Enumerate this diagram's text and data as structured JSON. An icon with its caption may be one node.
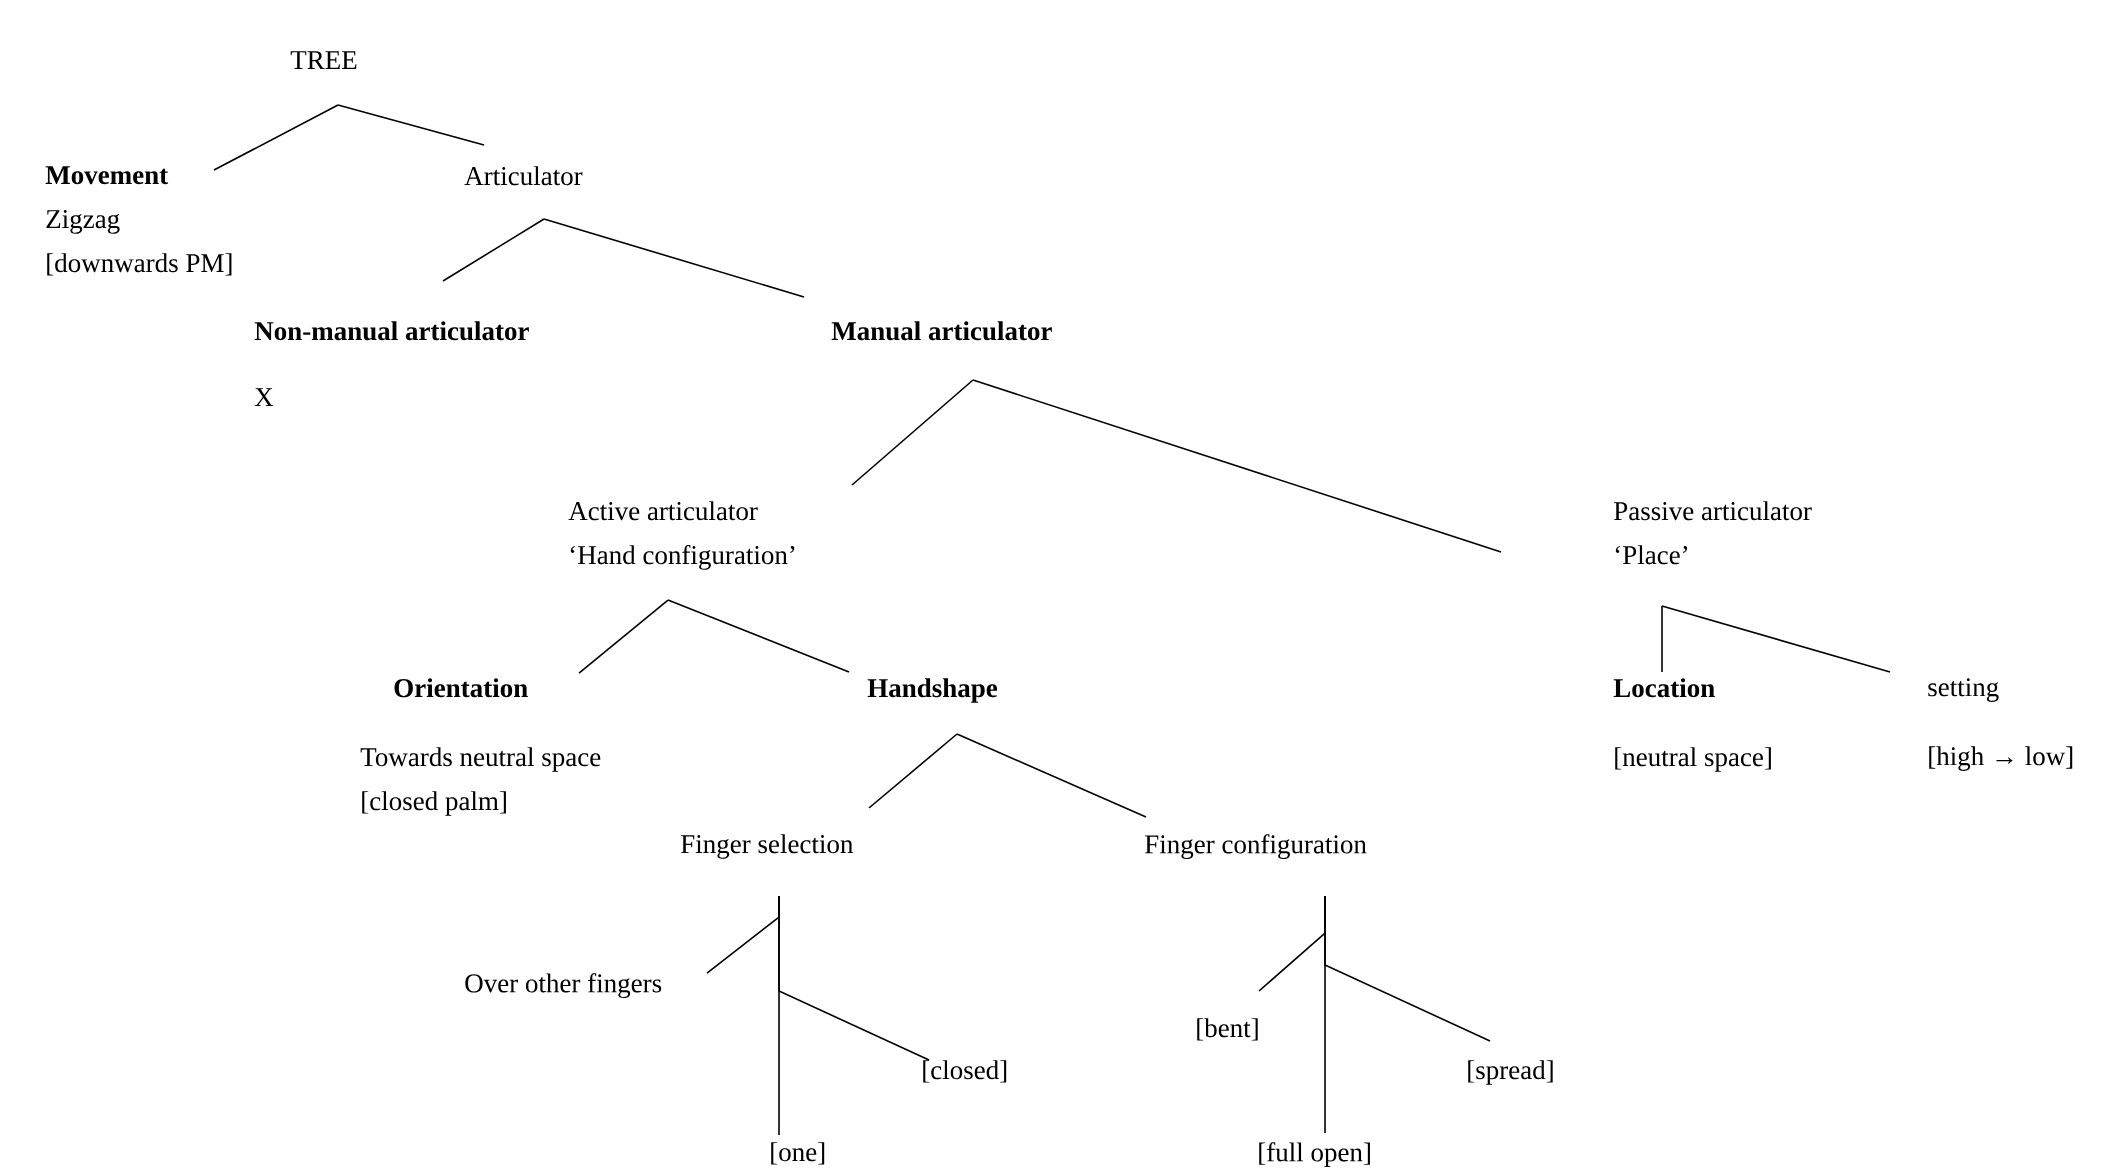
{
  "diagram": {
    "nodes": [
      {
        "text": [
          "TREE"
        ]
      },
      {
        "text": [
          "Movement",
          "Zigzag",
          "[downwards PM]"
        ]
      },
      {
        "text": [
          "Articulator"
        ]
      },
      {
        "text": [
          "Non-manual articulator",
          "X"
        ]
      },
      {
        "text": [
          "Manual articulator"
        ]
      },
      {
        "text": [
          "Active articulator",
          "‘Hand configuration’"
        ]
      },
      {
        "text": [
          "Passive articulator",
          "‘Place’"
        ]
      },
      {
        "text": [
          "Orientation",
          "Towards neutral space",
          "[closed palm]"
        ]
      },
      {
        "text": [
          "Handshape"
        ]
      },
      {
        "text": [
          "Location",
          "[neutral space]"
        ]
      },
      {
        "text": [
          "setting",
          "[high → low]"
        ]
      },
      {
        "text": [
          "Finger selection"
        ]
      },
      {
        "text": [
          "Finger configuration"
        ]
      },
      {
        "text": [
          "Over other fingers"
        ]
      },
      {
        "text": [
          "[closed]"
        ]
      },
      {
        "text": [
          "[one]"
        ]
      },
      {
        "text": [
          "[bent]"
        ]
      },
      {
        "text": [
          "[spread]"
        ]
      },
      {
        "text": [
          "[full open]"
        ]
      }
    ],
    "edges": [
      {
        "from": 0,
        "to": 1,
        "arrow": "none"
      },
      {
        "from": 0,
        "to": 2,
        "arrow": "none"
      },
      {
        "from": 2,
        "to": 3,
        "arrow": "none"
      },
      {
        "from": 2,
        "to": 4,
        "arrow": "none"
      },
      {
        "from": 4,
        "to": 5,
        "arrow": "none"
      },
      {
        "from": 4,
        "to": 6,
        "arrow": "none"
      },
      {
        "from": 5,
        "to": 7,
        "arrow": "none"
      },
      {
        "from": 5,
        "to": 8,
        "arrow": "none"
      },
      {
        "from": 6,
        "to": 9,
        "arrow": "none"
      },
      {
        "from": 6,
        "to": 10,
        "arrow": "none"
      },
      {
        "from": 8,
        "to": 11,
        "arrow": "none"
      },
      {
        "from": 8,
        "to": 12,
        "arrow": "none"
      },
      {
        "from": 11,
        "to": 13,
        "arrow": "none"
      },
      {
        "from": 11,
        "to": 14,
        "arrow": "none"
      },
      {
        "from": 11,
        "to": 15,
        "arrow": "none"
      },
      {
        "from": 12,
        "to": 16,
        "arrow": "none"
      },
      {
        "from": 12,
        "to": 17,
        "arrow": "none"
      },
      {
        "from": 12,
        "to": 18,
        "arrow": "none"
      }
    ]
  }
}
